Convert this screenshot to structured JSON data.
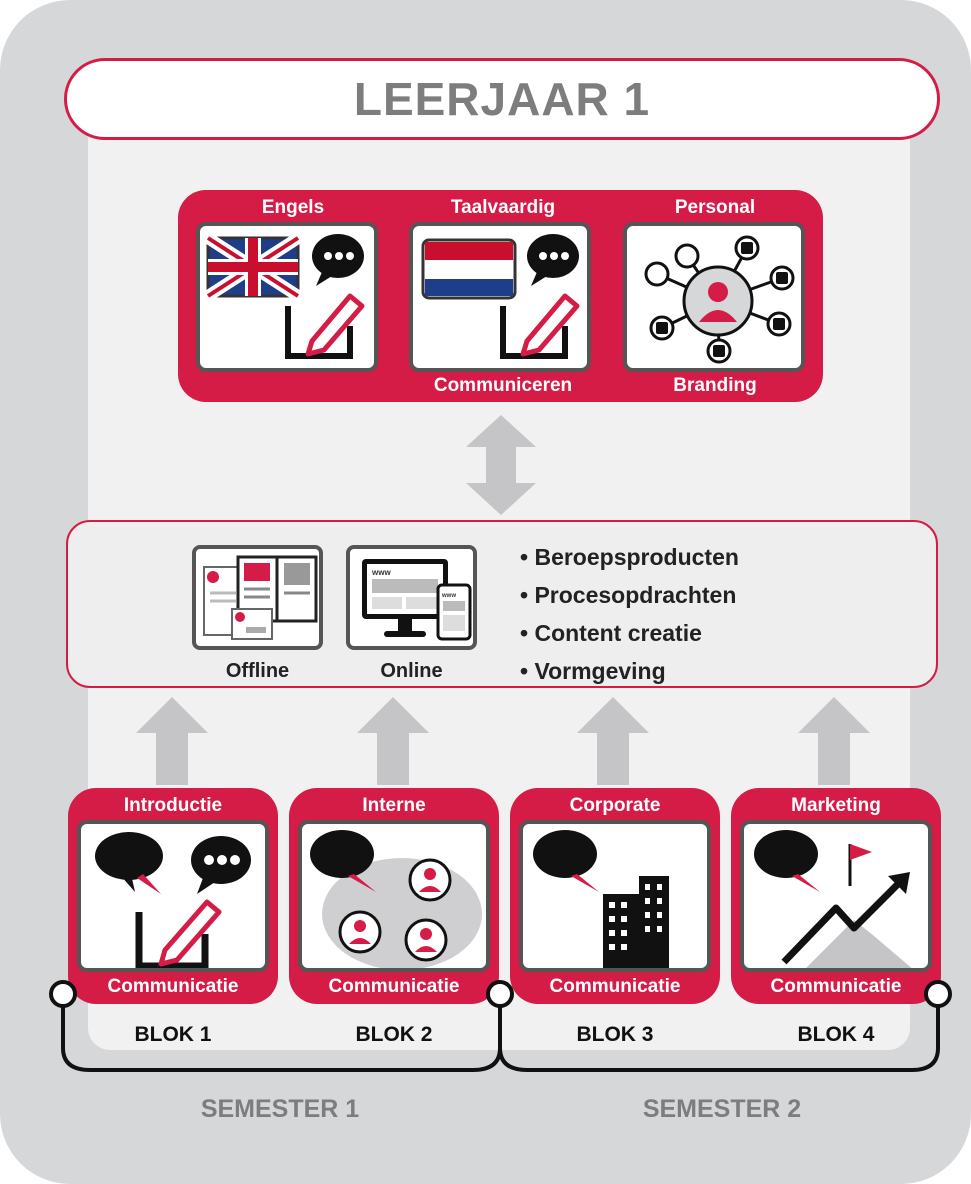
{
  "title": "LEERJAAR 1",
  "top_modules": [
    {
      "top_label": "Engels",
      "bottom_label": "",
      "icon": "uk-flag-chat-pencil-icon"
    },
    {
      "top_label": "Taalvaardig",
      "bottom_label": "Communiceren",
      "icon": "dutch-flag-chat-pencil-icon"
    },
    {
      "top_label": "Personal",
      "bottom_label": "Branding",
      "icon": "social-network-person-icon"
    }
  ],
  "middle": {
    "offline_label": "Offline",
    "online_label": "Online",
    "bullets": [
      "Beroepsproducten",
      "Procesopdrachten",
      "Content creatie",
      "Vormgeving"
    ]
  },
  "blocks": [
    {
      "top_label": "Introductie",
      "bottom_label": "Communicatie",
      "blok": "BLOK 1",
      "icon": "chat-pencil-icon"
    },
    {
      "top_label": "Interne",
      "bottom_label": "Communicatie",
      "blok": "BLOK 2",
      "icon": "team-chat-icon"
    },
    {
      "top_label": "Corporate",
      "bottom_label": "Communicatie",
      "blok": "BLOK 3",
      "icon": "building-chat-icon"
    },
    {
      "top_label": "Marketing",
      "bottom_label": "Communicatie",
      "blok": "BLOK 4",
      "icon": "growth-chart-icon"
    }
  ],
  "semesters": [
    "SEMESTER 1",
    "SEMESTER 2"
  ],
  "colors": {
    "accent": "#d41c46",
    "gray": "#7d7d7d",
    "panel": "#d6d7d9"
  }
}
